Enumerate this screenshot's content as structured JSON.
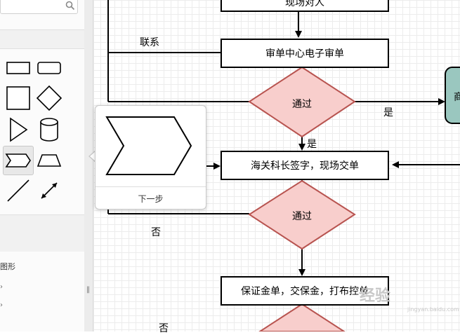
{
  "search": {
    "placeholder": "",
    "value": ""
  },
  "sidebar": {
    "shapes": [
      {
        "name": "rectangle-shape"
      },
      {
        "name": "rounded-rectangle-shape"
      },
      {
        "name": "square-shape"
      },
      {
        "name": "diamond-shape"
      },
      {
        "name": "triangle-shape"
      },
      {
        "name": "cylinder-shape"
      },
      {
        "name": "step-shape"
      },
      {
        "name": "trapezoid-shape"
      },
      {
        "name": "line-shape"
      },
      {
        "name": "bidirectional-arrow-shape"
      }
    ],
    "section_label": "图形"
  },
  "popover": {
    "caption": "下一步",
    "shape": "step-shape"
  },
  "flow": {
    "node_top": "现场对人",
    "node_review": "审单中心电子审单",
    "node_sign": "海关科长签字，现场交单",
    "node_bond": "保证金单，交保金，打布控单",
    "node_right_partial": "商",
    "diamond1": "通过",
    "diamond2": "通过",
    "label_contact": "联系",
    "label_yes1": "是",
    "label_yes2": "是",
    "label_no1": "否",
    "label_no2": "否"
  },
  "colors": {
    "diamond_fill": "#f8cecc",
    "diamond_stroke": "#b85450",
    "right_node_fill": "#9ac7bf",
    "right_node_stroke": "#000000"
  },
  "watermark": {
    "text": "经验",
    "sub": "jingyan.baidu.com"
  }
}
